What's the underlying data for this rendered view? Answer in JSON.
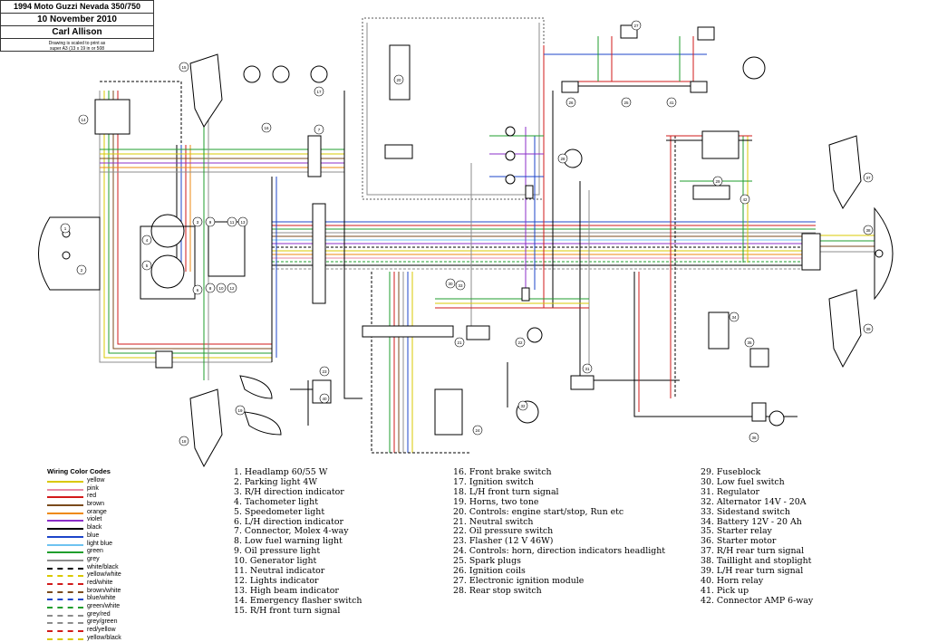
{
  "title_block": {
    "line1": "1994 Moto Guzzi Nevada 350/750",
    "line2": "10 November 2010",
    "line3": "Carl Allison",
    "line4a": "Drawing is scaled to print as",
    "line4b": "super A3 (13 x 19 in or 508"
  },
  "legend": {
    "title": "Wiring Color Codes",
    "items": [
      {
        "name": "yellow",
        "color": "#d9c800",
        "style": "solid"
      },
      {
        "name": "pink",
        "color": "#e88aa6",
        "style": "solid"
      },
      {
        "name": "red",
        "color": "#d21a1a",
        "style": "solid"
      },
      {
        "name": "brown",
        "color": "#7a4a1c",
        "style": "solid"
      },
      {
        "name": "orange",
        "color": "#ee8a10",
        "style": "solid"
      },
      {
        "name": "violet",
        "color": "#8b2fc9",
        "style": "solid"
      },
      {
        "name": "black",
        "color": "#000000",
        "style": "solid"
      },
      {
        "name": "blue",
        "color": "#1c45c9",
        "style": "solid"
      },
      {
        "name": "light blue",
        "color": "#6ec3f0",
        "style": "solid"
      },
      {
        "name": "green",
        "color": "#1f9e2c",
        "style": "solid"
      },
      {
        "name": "grey",
        "color": "#8c8c8c",
        "style": "solid"
      },
      {
        "name": "white/black",
        "color": "#000000",
        "style": "dashed"
      },
      {
        "name": "yellow/white",
        "color": "#d9c800",
        "style": "dashed"
      },
      {
        "name": "red/white",
        "color": "#d21a1a",
        "style": "dashed"
      },
      {
        "name": "brown/white",
        "color": "#7a4a1c",
        "style": "dashed"
      },
      {
        "name": "blue/white",
        "color": "#1c45c9",
        "style": "dashed"
      },
      {
        "name": "green/white",
        "color": "#1f9e2c",
        "style": "dashed"
      },
      {
        "name": "grey/red",
        "color": "#8c8c8c",
        "style": "dashed"
      },
      {
        "name": "grey/green",
        "color": "#8c8c8c",
        "style": "dashed"
      },
      {
        "name": "red/yellow",
        "color": "#d21a1a",
        "style": "dashed"
      },
      {
        "name": "yellow/black",
        "color": "#d9c800",
        "style": "dashed"
      }
    ]
  },
  "parts_col1": [
    "1. Headlamp 60/55 W",
    "2. Parking light 4W",
    "3. R/H direction indicator",
    "4. Tachometer light",
    "5. Speedometer light",
    "6. L/H direction indicator",
    "7. Connector, Molex 4-way",
    "8. Low fuel warning light",
    "9. Oil pressure light",
    "10. Generator light",
    "11. Neutral indicator",
    "12. Lights indicator",
    "13. High beam indicator",
    "14. Emergency flasher switch",
    "15. R/H front turn signal"
  ],
  "parts_col2": [
    "16. Front brake switch",
    "17. Ignition switch",
    "18. L/H front turn signal",
    "19. Horns, two tone",
    "20. Controls: engine start/stop, Run etc",
    "21. Neutral switch",
    "22. Oil pressure switch",
    "23. Flasher (12 V 46W)",
    "24. Controls: horn, direction indicators headlight",
    "25. Spark plugs",
    "26. Ignition coils",
    "27. Electronic ignition module",
    "28. Rear stop switch"
  ],
  "parts_col3": [
    "29. Fuseblock",
    "30. Low fuel switch",
    "31. Regulator",
    "32. Alternator 14V - 20A",
    "33. Sidestand switch",
    "34. Battery 12V - 20 Ah",
    "35. Starter relay",
    "36. Starter motor",
    "37. R/H rear turn signal",
    "38. Taillight and stoplight",
    "39. L/H rear turn signal",
    "40. Horn relay",
    "41. Pick up",
    "42. Connector AMP 6-way"
  ],
  "callouts": {
    "n1": "1",
    "n2": "2",
    "n3": "3",
    "n4": "4",
    "n5": "5",
    "n6": "6",
    "n7": "7",
    "n8": "8",
    "n9": "9",
    "n10": "10",
    "n11": "11",
    "n12": "12",
    "n13": "13",
    "n14": "14",
    "n15": "15",
    "n16": "16",
    "n17": "17",
    "n18": "18",
    "n19": "19",
    "n20": "20",
    "n21": "21",
    "n22": "22",
    "n23": "23",
    "n24": "24",
    "n25": "25",
    "n26": "26",
    "n27": "27",
    "n28": "28",
    "n29": "29",
    "n30": "30",
    "n31": "31",
    "n32": "32",
    "n33": "33",
    "n34": "34",
    "n35": "35",
    "n36": "36",
    "n37": "37",
    "n38": "38",
    "n39": "39",
    "n40": "40",
    "n41": "41",
    "n42": "42"
  }
}
